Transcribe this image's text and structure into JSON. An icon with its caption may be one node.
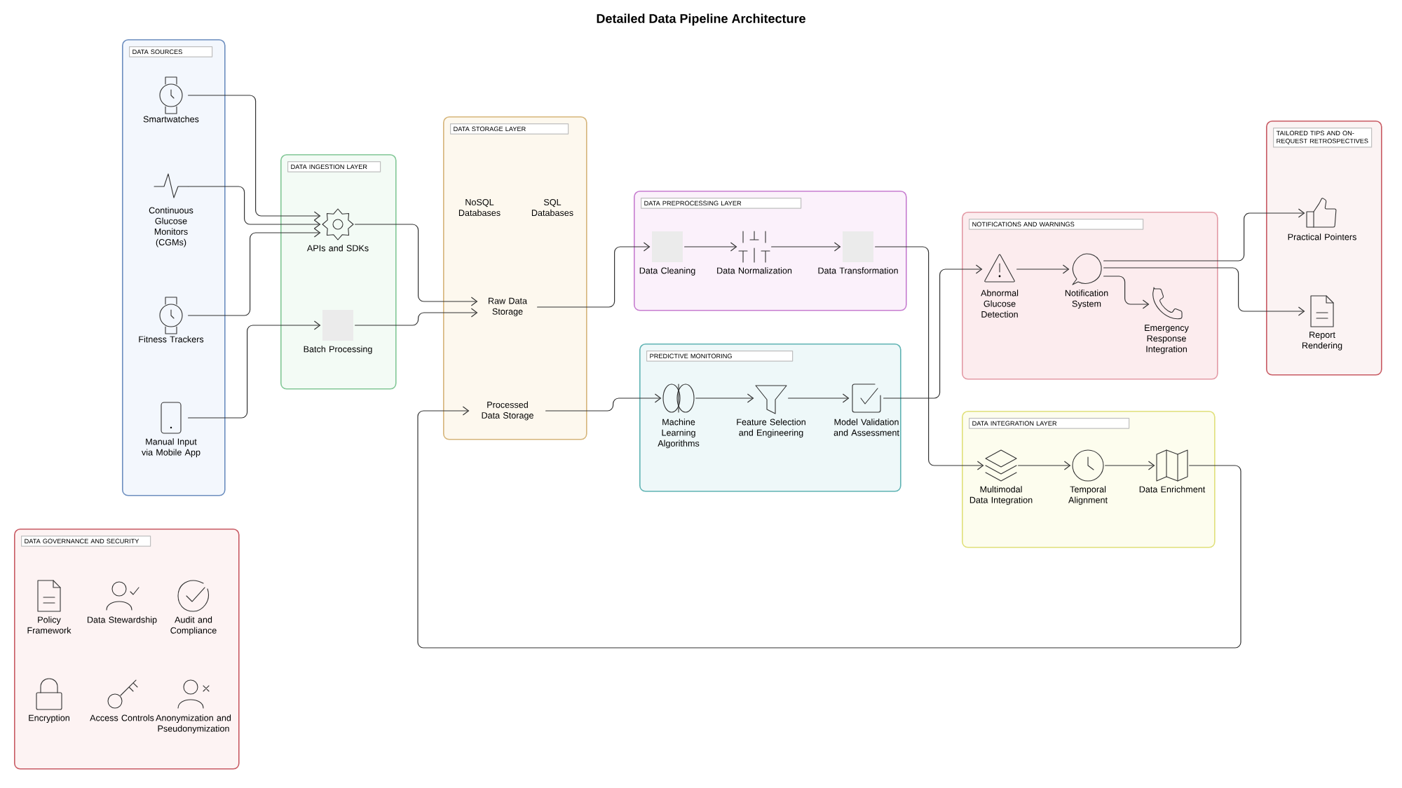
{
  "diagram": {
    "title": "Detailed Data Pipeline Architecture",
    "nodes": [
      {
        "text": [
          "DATA SOURCES"
        ]
      },
      {
        "text": [
          "Smartwatches"
        ],
        "in": 0
      },
      {
        "text": [
          "Continuous Glucose Monitors (CGMs)"
        ],
        "in": 0
      },
      {
        "text": [
          "Fitness Trackers"
        ],
        "in": 0
      },
      {
        "text": [
          "Manual Input via Mobile App"
        ],
        "in": 0
      },
      {
        "text": [
          "DATA INGESTION LAYER"
        ]
      },
      {
        "text": [
          "APIs and SDKs"
        ],
        "in": 5
      },
      {
        "text": [
          "Batch Processing"
        ],
        "in": 5
      },
      {
        "text": [
          "DATA STORAGE LAYER"
        ]
      },
      {
        "text": [
          "NoSQL Databases"
        ],
        "in": 8
      },
      {
        "text": [
          "SQL Databases"
        ],
        "in": 8
      },
      {
        "text": [
          "Raw Data Storage"
        ],
        "in": 8
      },
      {
        "text": [
          "Processed Data Storage"
        ],
        "in": 8
      },
      {
        "text": [
          "DATA PREPROCESSING LAYER"
        ]
      },
      {
        "text": [
          "Data Cleaning"
        ],
        "in": 13
      },
      {
        "text": [
          "Data Normalization"
        ],
        "in": 13
      },
      {
        "text": [
          "Data Transformation"
        ],
        "in": 13
      },
      {
        "text": [
          "PREDICTIVE MONITORING"
        ]
      },
      {
        "text": [
          "Machine Learning Algorithms"
        ],
        "in": 17
      },
      {
        "text": [
          "Feature Selection and Engineering"
        ],
        "in": 17
      },
      {
        "text": [
          "Model Validation and Assessment"
        ],
        "in": 17
      },
      {
        "text": [
          "NOTIFICATIONS AND WARNINGS"
        ]
      },
      {
        "text": [
          "Abnormal Glucose Detection"
        ],
        "in": 21
      },
      {
        "text": [
          "Notification System"
        ],
        "in": 21
      },
      {
        "text": [
          "Emergency Response Integration"
        ],
        "in": 21
      },
      {
        "text": [
          "TAILORED TIPS AND ON-REQUEST RETROSPECTIVES"
        ]
      },
      {
        "text": [
          "Practical Pointers"
        ],
        "in": 25
      },
      {
        "text": [
          "Report Rendering"
        ],
        "in": 25
      },
      {
        "text": [
          "DATA INTEGRATION LAYER"
        ]
      },
      {
        "text": [
          "Multimodal Data Integration"
        ],
        "in": 28
      },
      {
        "text": [
          "Temporal Alignment"
        ],
        "in": 28
      },
      {
        "text": [
          "Data Enrichment"
        ],
        "in": 28
      },
      {
        "text": [
          "DATA GOVERNANCE AND SECURITY"
        ]
      },
      {
        "text": [
          "Policy Framework"
        ],
        "in": 32
      },
      {
        "text": [
          "Data Stewardship"
        ],
        "in": 32
      },
      {
        "text": [
          "Audit and Compliance"
        ],
        "in": 32
      },
      {
        "text": [
          "Encryption"
        ],
        "in": 32
      },
      {
        "text": [
          "Access Controls"
        ],
        "in": 32
      },
      {
        "text": [
          "Anonymization and Pseudonymization"
        ],
        "in": 32
      }
    ],
    "edges": [
      {
        "from": 1,
        "to": 6,
        "arrow": "to"
      },
      {
        "from": 2,
        "to": 6,
        "arrow": "to"
      },
      {
        "from": 3,
        "to": 6,
        "arrow": "to"
      },
      {
        "from": 4,
        "to": 7,
        "arrow": "to"
      },
      {
        "from": 6,
        "to": 11,
        "arrow": "to"
      },
      {
        "from": 7,
        "to": 11,
        "arrow": "to"
      },
      {
        "from": 11,
        "to": 14,
        "arrow": "to"
      },
      {
        "from": 14,
        "to": 15,
        "arrow": "to"
      },
      {
        "from": 15,
        "to": 16,
        "arrow": "to"
      },
      {
        "from": 16,
        "to": 29,
        "arrow": "to"
      },
      {
        "from": 12,
        "to": 18,
        "arrow": "to"
      },
      {
        "from": 18,
        "to": 19,
        "arrow": "to"
      },
      {
        "from": 19,
        "to": 20,
        "arrow": "to"
      },
      {
        "from": 20,
        "to": 22,
        "arrow": "to"
      },
      {
        "from": 22,
        "to": 23,
        "arrow": "to"
      },
      {
        "from": 23,
        "to": 24,
        "arrow": "to"
      },
      {
        "from": 23,
        "to": 26,
        "arrow": "to"
      },
      {
        "from": 23,
        "to": 27,
        "arrow": "to"
      },
      {
        "from": 29,
        "to": 30,
        "arrow": "to"
      },
      {
        "from": 30,
        "to": 31,
        "arrow": "to"
      },
      {
        "from": 31,
        "to": 12,
        "arrow": "to"
      }
    ]
  }
}
